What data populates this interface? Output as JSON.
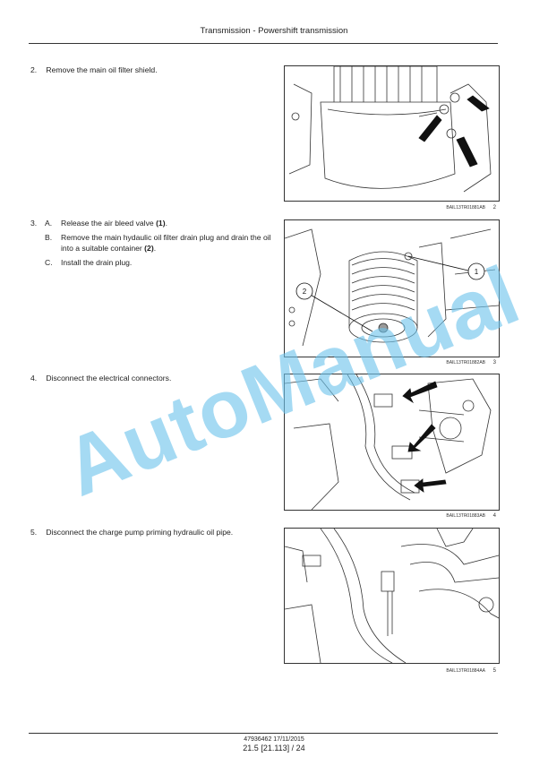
{
  "header": {
    "title": "Transmission - Powershift transmission"
  },
  "steps": [
    {
      "num": "2.",
      "text": "Remove the main oil filter shield."
    },
    {
      "num": "3.",
      "subs": [
        {
          "letter": "A.",
          "text": "Release the air bleed valve",
          "ref": "(1)",
          "end": "."
        },
        {
          "letter": "B.",
          "text": "Remove the main hydaulic oil filter drain plug and drain the oil into a suitable container",
          "ref": "(2)",
          "end": "."
        },
        {
          "letter": "C.",
          "text": "Install the drain plug.",
          "ref": "",
          "end": ""
        }
      ]
    },
    {
      "num": "4.",
      "text": "Disconnect the electrical connectors."
    },
    {
      "num": "5.",
      "text": "Disconnect the charge pump priming hydraulic oil pipe."
    }
  ],
  "figures": [
    {
      "code": "BAIL13TR01881AB",
      "number": "2"
    },
    {
      "code": "BAIL13TR01882AB",
      "number": "3",
      "callouts": [
        "1",
        "2"
      ]
    },
    {
      "code": "BAIL13TR01883AB",
      "number": "4"
    },
    {
      "code": "BAIL13TR01884AA",
      "number": "5"
    }
  ],
  "watermark": "AutoManual",
  "footer": {
    "doc": "47936462 17/11/2015",
    "page": "21.5 [21.113] / 24"
  }
}
